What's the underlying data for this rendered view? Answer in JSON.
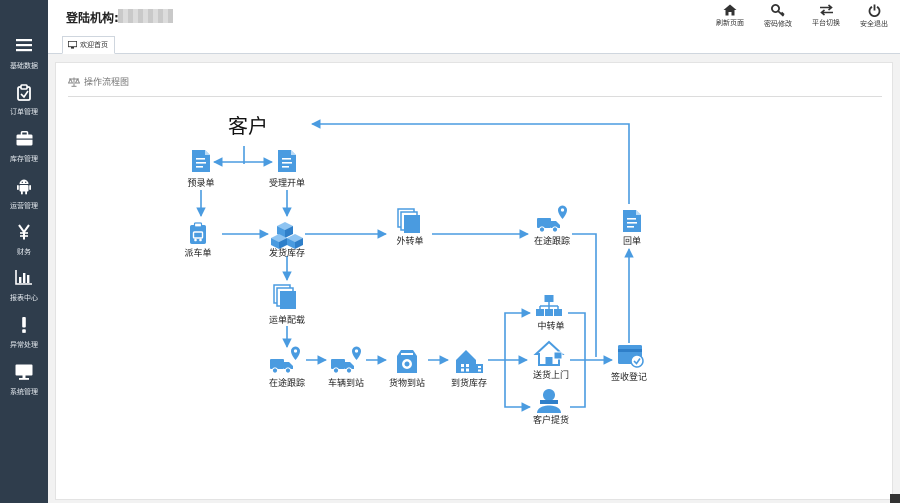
{
  "header": {
    "org_label": "登陆机构:",
    "tools": [
      {
        "icon": "home-icon",
        "label": "刷新页面"
      },
      {
        "icon": "key-icon",
        "label": "密码修改"
      },
      {
        "icon": "swap-icon",
        "label": "平台切换"
      },
      {
        "icon": "power-icon",
        "label": "安全退出"
      }
    ]
  },
  "sidebar": {
    "items": [
      {
        "icon": "menu-icon",
        "label": "基础数据"
      },
      {
        "icon": "clipboard-icon",
        "label": "订单管理"
      },
      {
        "icon": "briefcase-icon",
        "label": "库存管理"
      },
      {
        "icon": "android-icon",
        "label": "运营管理"
      },
      {
        "icon": "yen-icon",
        "label": "财务"
      },
      {
        "icon": "bar-chart-icon",
        "label": "报表中心"
      },
      {
        "icon": "exclamation-icon",
        "label": "异常处理"
      },
      {
        "icon": "monitor-icon",
        "label": "系统管理"
      }
    ]
  },
  "tabs": [
    {
      "label": "欢迎首页",
      "active": true
    }
  ],
  "panel": {
    "title": "操作流程图"
  },
  "flow": {
    "customer": "客户",
    "nodes": {
      "preorder": "预录单",
      "accept": "受理开单",
      "dispatch": "派车单",
      "stock": "发货库存",
      "transfer_out": "外转单",
      "in_transit_top": "在途跟踪",
      "receipt": "回单",
      "waybill_load": "运单配载",
      "in_transit": "在途跟踪",
      "vehicle_arrive": "车辆到站",
      "goods_arrive": "货物到站",
      "arrival_stock": "到货库存",
      "relay": "中转单",
      "door_delivery": "送货上门",
      "customer_pickup": "客户提货",
      "sign_register": "签收登记"
    }
  },
  "colors": {
    "sidebar_bg": "#2f3d4c",
    "flow_blue": "#4a9be0"
  }
}
